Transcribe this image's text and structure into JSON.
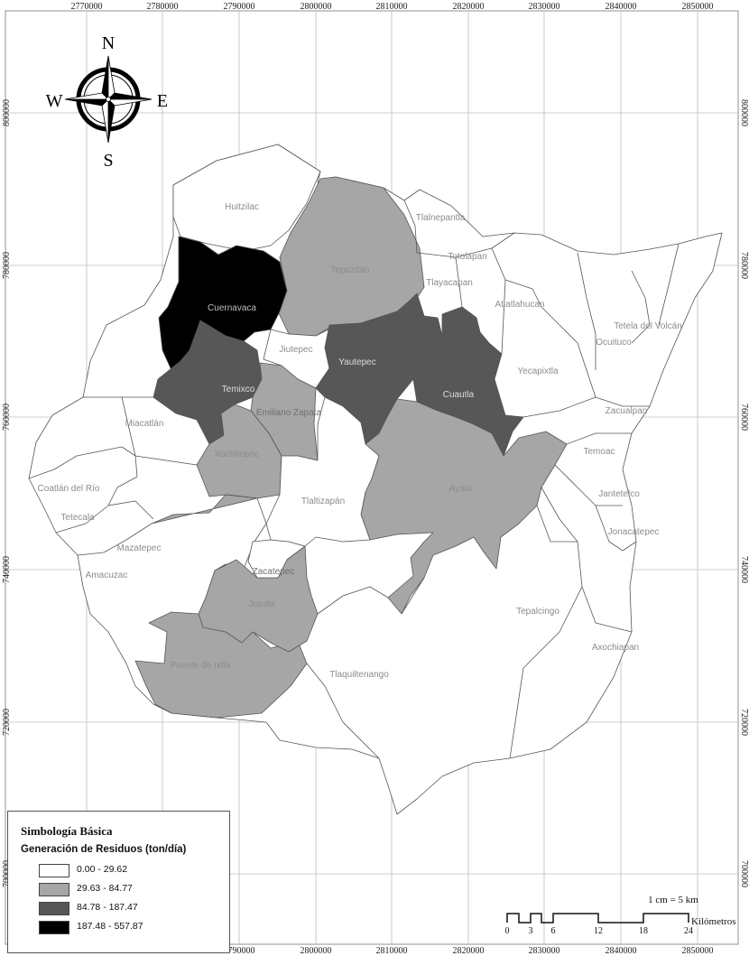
{
  "grid": {
    "x_labels": [
      "2770000",
      "2780000",
      "2790000",
      "2800000",
      "2810000",
      "2820000",
      "2830000",
      "2840000",
      "2850000"
    ],
    "y_labels": [
      "800000",
      "780000",
      "760000",
      "740000",
      "720000",
      "700000"
    ]
  },
  "compass": {
    "n": "N",
    "s": "S",
    "e": "E",
    "w": "W"
  },
  "municipalities": {
    "huitzilac": "Huitzilac",
    "tepoztlan": "Tepoztlán",
    "tlalnepantla": "Tlalnepantla",
    "totolapan": "Totolapan",
    "tlayacapan": "Tlayacapan",
    "atlatlahucan": "Atlatlahucan",
    "tetela": "Tetela del Volcán",
    "ocuituco": "Ocuituco",
    "yecapixtla": "Yecapixtla",
    "cuernavaca": "Cuernavaca",
    "jiutepec": "Jiutepec",
    "yautepec": "Yautepec",
    "cuautla": "Cuautla",
    "temixco": "Temixco",
    "emiliano_zapata": "Emiliano Zapata",
    "miacatlan": "Miacatlán",
    "zacualpan": "Zacualpan",
    "temoac": "Temoac",
    "xochitepec": "Xochitepec",
    "coatlan": "Coatlán del Río",
    "ayala": "Ayala",
    "jantetelco": "Jantetelco",
    "tlaltizapan": "Tlaltizapán",
    "tetecala": "Tetecala",
    "jonacatepec": "Jonacatepec",
    "mazatepec": "Mazatepec",
    "zacatepec": "Zacatepec",
    "amacuzac": "Amacuzac",
    "jojutla": "Jojutla",
    "tepalcingo": "Tepalcingo",
    "axochiapan": "Axochiapan",
    "puente_de_ixtla": "Puente de Ixtla",
    "tlaquiltenango": "Tlaquiltenango"
  },
  "legend": {
    "title": "Simbología Básica",
    "subtitle": "Generación de Residuos (ton/día)",
    "classes": [
      {
        "label": "0.00 - 29.62",
        "color": "#ffffff"
      },
      {
        "label": "29.63 - 84.77",
        "color": "#a6a6a6"
      },
      {
        "label": "84.78 - 187.47",
        "color": "#575757"
      },
      {
        "label": "187.48 - 557.87",
        "color": "#000000"
      }
    ]
  },
  "scale": {
    "ratio": "1 cm = 5 km",
    "unit": "Kilómetros",
    "ticks": [
      "0",
      "3",
      "6",
      "12",
      "18",
      "24"
    ]
  }
}
